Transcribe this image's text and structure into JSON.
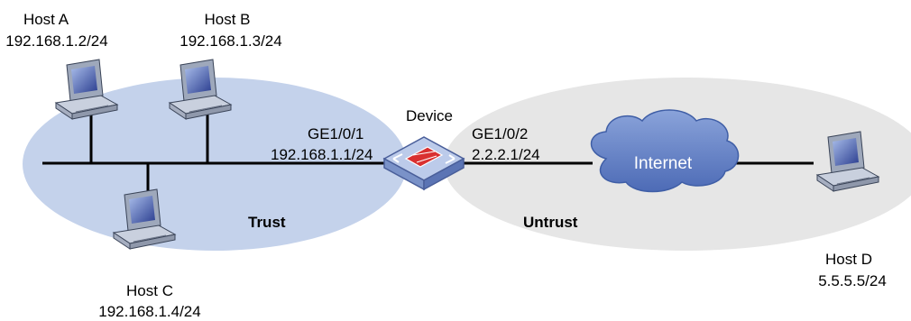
{
  "zones": {
    "trust": {
      "label": "Trust",
      "color": "#c4d2eb"
    },
    "untrust": {
      "label": "Untrust",
      "color": "#e6e6e6"
    }
  },
  "hosts": {
    "host_a": {
      "name": "Host A",
      "ip": "192.168.1.2/24"
    },
    "host_b": {
      "name": "Host B",
      "ip": "192.168.1.3/24"
    },
    "host_c": {
      "name": "Host C",
      "ip": "192.168.1.4/24"
    },
    "host_d": {
      "name": "Host D",
      "ip": "5.5.5.5/24"
    }
  },
  "device": {
    "name": "Device",
    "port1": {
      "name": "GE1/0/1",
      "ip": "192.168.1.1/24"
    },
    "port2": {
      "name": "GE1/0/2",
      "ip": "2.2.2.1/24"
    }
  },
  "cloud": {
    "label": "Internet",
    "color": "#6b88c9"
  },
  "colors": {
    "link": "#000000",
    "device": "#7a9bd6",
    "firewall": "#d93030"
  }
}
